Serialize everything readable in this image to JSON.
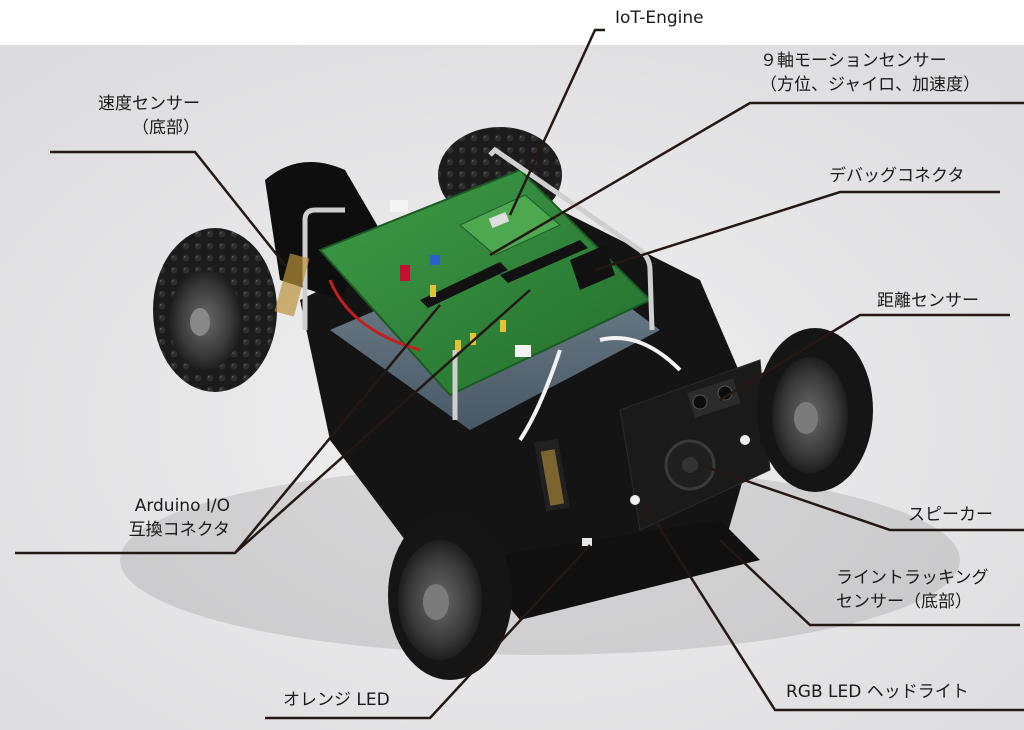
{
  "labels": {
    "iot_engine": "IoT-Engine",
    "motion_sensor_l1": "９軸モーションセンサー",
    "motion_sensor_l2": "（方位、ジャイロ、加速度）",
    "debug_connector": "デバッグコネクタ",
    "distance_sensor": "距離センサー",
    "speaker": "スピーカー",
    "line_tracking_l1": "ライントラッキング",
    "line_tracking_l2": "センサー（底部）",
    "rgb_led": "RGB LED ヘッドライト",
    "orange_led": "オレンジ LED",
    "arduino_l1": "Arduino I/O",
    "arduino_l2": "互換コネクタ",
    "speed_sensor_l1": "速度センサー",
    "speed_sensor_l2": "（底部）"
  },
  "colors": {
    "background": "#ffffff",
    "backdrop": "#e9e9ea",
    "leader_line": "#231815",
    "pcb_green": "#2f8a3a",
    "tire": "#1b1b1b",
    "chassis": "#141414"
  }
}
